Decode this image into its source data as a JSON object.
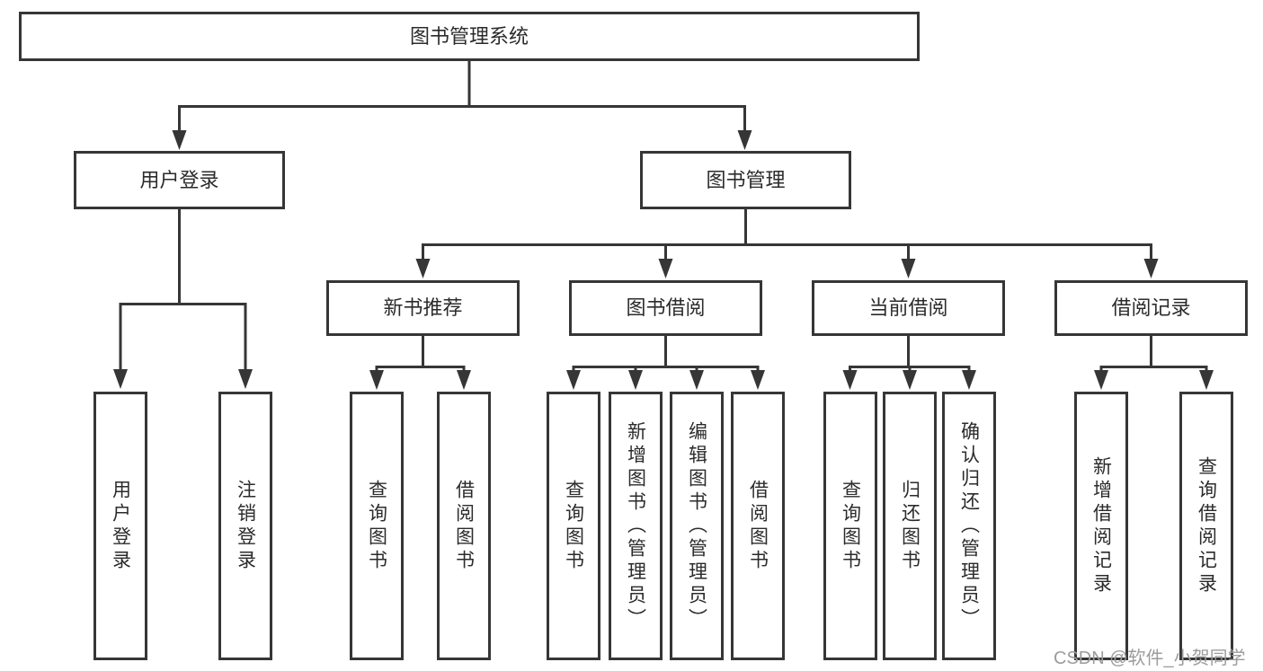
{
  "colors": {
    "line": "#363636",
    "box_border": "#363636",
    "box_fill": "#ffffff",
    "text": "#2b2b2b",
    "background": "#ffffff",
    "watermark": "#9c9c9c"
  },
  "diagram": {
    "root": {
      "label": "图书管理系统"
    },
    "level2": [
      {
        "label": "用户登录"
      },
      {
        "label": "图书管理"
      }
    ],
    "level3": [
      {
        "label": "新书推荐"
      },
      {
        "label": "图书借阅"
      },
      {
        "label": "当前借阅"
      },
      {
        "label": "借阅记录"
      }
    ],
    "leaves": {
      "user_login": [
        {
          "label": "用户登录"
        },
        {
          "label": "注销登录"
        }
      ],
      "new_book_recommendation": [
        {
          "label": "查询图书"
        },
        {
          "label": "借阅图书"
        }
      ],
      "book_borrowing": [
        {
          "label": "查询图书"
        },
        {
          "label": "新增图书（管理员）"
        },
        {
          "label": "编辑图书（管理员）"
        },
        {
          "label": "借阅图书"
        }
      ],
      "current_borrowing": [
        {
          "label": "查询图书"
        },
        {
          "label": "归还图书"
        },
        {
          "label": "确认归还（管理员）"
        }
      ],
      "borrowing_records": [
        {
          "label": "新增借阅记录"
        },
        {
          "label": "查询借阅记录"
        }
      ]
    }
  },
  "watermark": {
    "text": "CSDN @软件_小贺同学"
  }
}
